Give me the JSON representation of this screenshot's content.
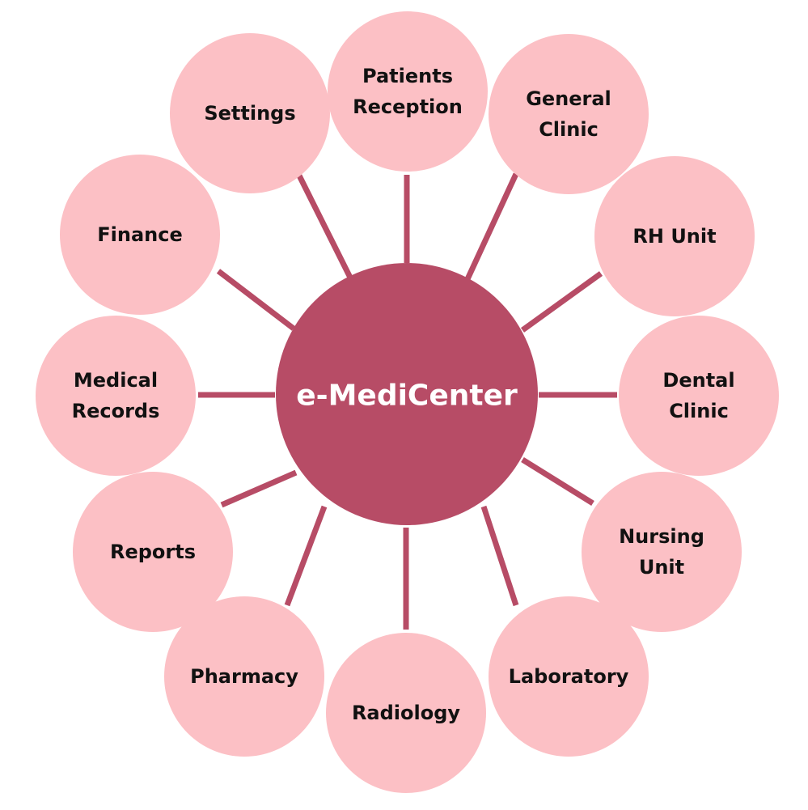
{
  "colors": {
    "hub_fill": "#b74c66",
    "hub_text": "#ffffff",
    "node_fill": "#fcc0c5",
    "node_text": "#111111",
    "spoke": "#b74c66"
  },
  "hub": {
    "label": "e-MediCenter"
  },
  "modules": [
    {
      "id": "patients-reception",
      "lines": [
        "Patients",
        "Reception"
      ]
    },
    {
      "id": "general-clinic",
      "lines": [
        "General",
        "Clinic"
      ]
    },
    {
      "id": "rh-unit",
      "lines": [
        "RH Unit"
      ]
    },
    {
      "id": "dental-clinic",
      "lines": [
        "Dental",
        "Clinic"
      ]
    },
    {
      "id": "nursing-unit",
      "lines": [
        "Nursing",
        "Unit"
      ]
    },
    {
      "id": "laboratory",
      "lines": [
        "Laboratory"
      ]
    },
    {
      "id": "radiology",
      "lines": [
        "Radiology"
      ]
    },
    {
      "id": "pharmacy",
      "lines": [
        "Pharmacy"
      ]
    },
    {
      "id": "reports",
      "lines": [
        "Reports"
      ]
    },
    {
      "id": "medical-records",
      "lines": [
        "Medical",
        "Records"
      ]
    },
    {
      "id": "finance",
      "lines": [
        "Finance"
      ]
    },
    {
      "id": "settings",
      "lines": [
        "Settings"
      ]
    }
  ]
}
